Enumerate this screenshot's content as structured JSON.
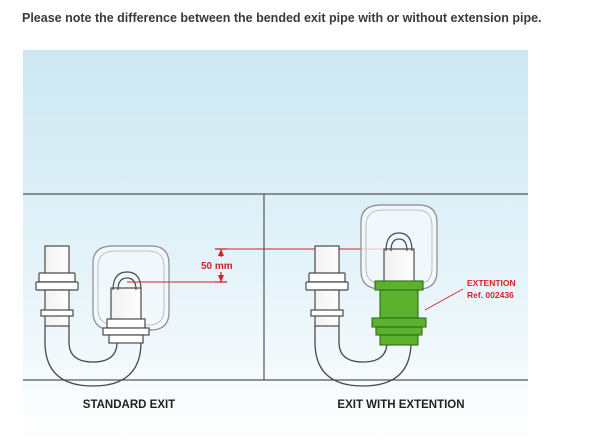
{
  "heading": "Please note the difference between the bended exit pipe with or without extension pipe.",
  "diagram": {
    "dimension_label": "50 mm",
    "extension_label": "EXTENTION",
    "extension_ref": "Ref. 002436",
    "left_caption": "STANDARD EXIT",
    "right_caption": "EXIT WITH EXTENTION"
  },
  "colors": {
    "sky_top": "#cfe9f4",
    "sky_bottom": "#ffffff",
    "line": "#555555",
    "accent_red": "#d61f2b",
    "extension_green": "#5cb22e",
    "caption_text": "#222222"
  }
}
